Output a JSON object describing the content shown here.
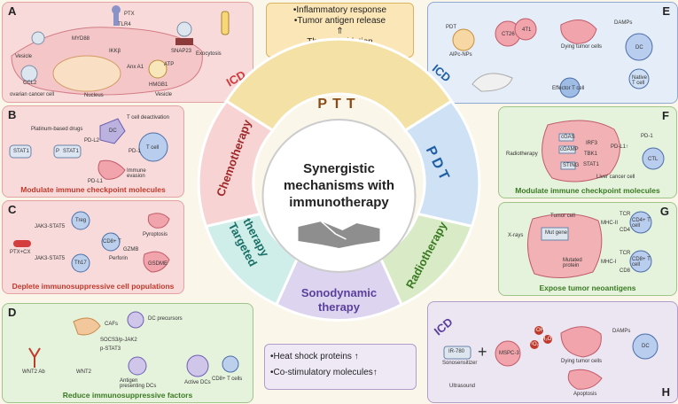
{
  "center": {
    "title_line1": "Synergistic",
    "title_line2": "mechanisms with",
    "title_line3": "immunotherapy"
  },
  "ring": {
    "ptt": "PTT",
    "pdt": "PDT",
    "radiotherapy": "Radiotherapy",
    "sonodynamic_line1": "Sonodynamic",
    "sonodynamic_line2": "therapy",
    "targeted_line1": "Targeted",
    "targeted_line2": "therapy",
    "chemotherapy": "Chemotherapy"
  },
  "top_box": {
    "line1": "•Inflammatory response",
    "line2": "•Tumor antigen release",
    "arrow": "⇑",
    "line3": "Thermal ablation"
  },
  "bottom_box": {
    "line1": "•Heat shock proteins ↑",
    "line2": "•Co-stimulatory molecules↑"
  },
  "panels": {
    "A": {
      "letter": "A",
      "side": "ICD",
      "labels": {
        "ptx": "PTX",
        "tlr4": "TLR4",
        "myd88": "MYD88",
        "ikb": "IKKβ",
        "snap23": "SNAP23",
        "vesicle": "Vesicle",
        "exocytosis": "Exocytosis",
        "nucleus": "Nucleus",
        "ovarian": "ovarian cancer cell",
        "atp": "ATP",
        "anxa1": "Anx A1",
        "hmgb1": "HMGB1",
        "ccl2": "CCL2",
        "vesicle2": "Vesicle"
      }
    },
    "B": {
      "letter": "B",
      "title": "Modulate immune checkpoint molecules",
      "labels": {
        "drugs": "Platinum-based drugs",
        "stat1": "STAT1",
        "pstat1": "STAT1",
        "pdl2": "PD-L2",
        "pd1": "PD-1",
        "tcell": "T cell",
        "pdl1": "PD-L1",
        "tcelldeact": "T cell deactivation",
        "dc": "DC",
        "immune": "Immune evasion",
        "p": "P"
      }
    },
    "C": {
      "letter": "C",
      "title": "Deplete immunosuppressive cell populations",
      "labels": {
        "jak": "JAK3-STAT5",
        "ptx": "PTX+CX",
        "jak2": "JAK3-STAT5",
        "treg": "Treg",
        "th17": "Th17",
        "cd8": "CD8+ T",
        "gzmb": "GZMB",
        "perforin": "Perforin",
        "pyroptosis": "Pyroptosis",
        "gsdme": "GSDME"
      }
    },
    "D": {
      "letter": "D",
      "title": "Reduce immunosuppressive factors",
      "labels": {
        "wnt2ab": "WNT2 Ab",
        "cafs": "CAFs",
        "wnt2": "WNT2",
        "dcprec": "DC precursors",
        "socs": "SOCS3/p-JAK2",
        "pstat3": "p-STAT3",
        "apdc": "Antigen presenting DCs",
        "activedc": "Active DCs",
        "cd8": "CD8+ T cells"
      }
    },
    "E": {
      "letter": "E",
      "side": "ICD",
      "labels": {
        "pdt": "PDT",
        "alpo": "AlPc-NPs",
        "ct26": "CT26",
        "t41": "4T1",
        "dying": "Dying tumor cells",
        "damp": "DAMPs",
        "dc": "DC",
        "native": "Native T cell",
        "effector": "Effector T cell"
      }
    },
    "F": {
      "letter": "F",
      "title": "Modulate immune checkpoint molecules",
      "labels": {
        "radio": "Radiotherapy",
        "cgas": "cGAS",
        "cgamp": "cGAMP",
        "sting": "STING",
        "irf3": "IRF3",
        "tbk1": "TBK1",
        "stat1": "STAT1",
        "pdl1": "PD-L1↑",
        "pd1": "PD-1",
        "ctl": "CTL",
        "liver": "Liver cancer cell"
      }
    },
    "G": {
      "letter": "G",
      "title": "Expose tumor neoantigens",
      "labels": {
        "xrays": "X-rays",
        "tumor": "Tumor cell",
        "mhc1": "MHC-II",
        "mhc2": "MHC-I",
        "cd4": "CD4+ T cell",
        "cd8": "CD8+ T cell",
        "tcr1": "TCR",
        "tcr2": "TCR",
        "cd4s": "CD4",
        "cd8s": "CD8",
        "mut": "Mut gene",
        "protein": "Mutated protein"
      }
    },
    "H": {
      "letter": "H",
      "side": "ICD",
      "labels": {
        "ir780": "IR-780",
        "sono": "Sonosensitizer",
        "plus": "+",
        "pc": "MSPC-3",
        "ultra": "Ultrasound",
        "oh": "·OH",
        "h2o2": "H₂O₂",
        "o2": "¹O₂",
        "dying": "Dying tumor cells",
        "damps": "DAMPs",
        "dc": "DC",
        "apop": "Apoptosis"
      }
    }
  },
  "colors": {
    "ptt": "#f3e1a6",
    "pdt": "#cfe1f4",
    "radio": "#d9ebc6",
    "sono": "#ddd5ef",
    "targeted": "#cfeee9",
    "chemo": "#f7d3d3",
    "ptt_text": "#8a4c17",
    "pdt_text": "#1e5fa6",
    "radio_text": "#3a7a22",
    "sono_text": "#5a3f9c",
    "targeted_text": "#1a6f66",
    "chemo_text": "#a02929",
    "panel_red": "#f8dada",
    "panel_blue": "#e5edf8",
    "panel_green": "#e5f2dc",
    "panel_purple": "#ece6f2"
  }
}
